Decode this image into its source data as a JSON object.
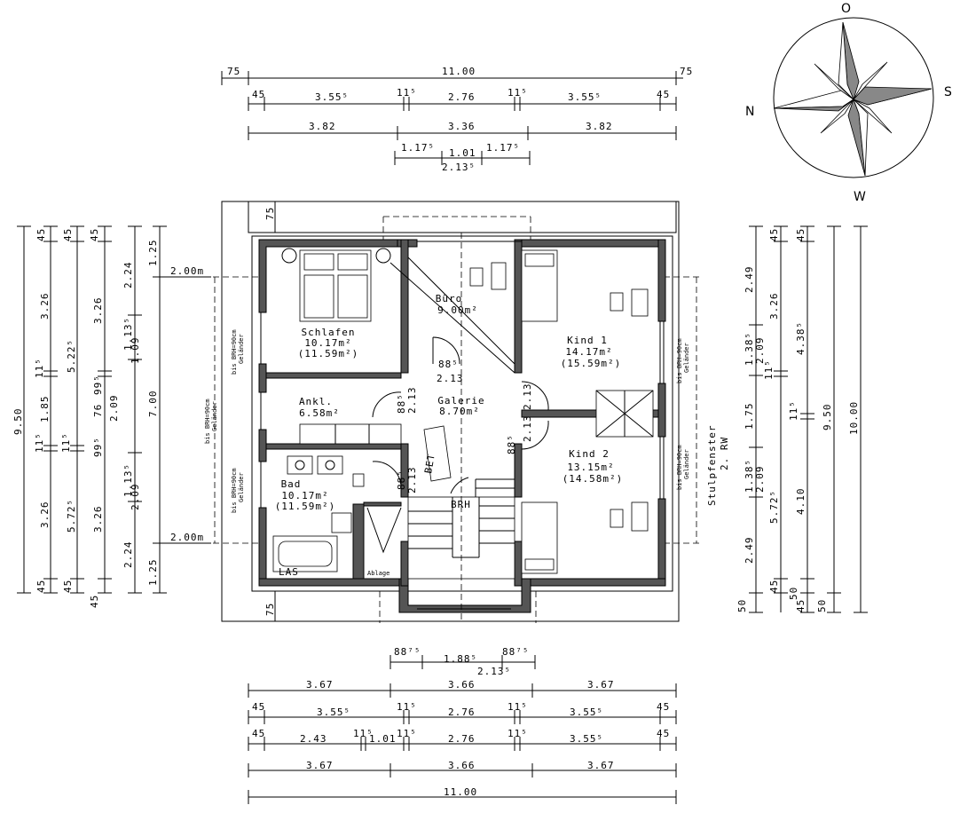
{
  "compass": {
    "n": "N",
    "o": "O",
    "s": "S",
    "w": "W"
  },
  "top_dims": {
    "row1": [
      "75",
      "11.00",
      "75"
    ],
    "row2": [
      "45",
      "3.55⁵",
      "11⁵",
      "2.76",
      "11⁵",
      "3.55⁵",
      "45"
    ],
    "row3": [
      "3.82",
      "3.36",
      "3.82"
    ],
    "row4": [
      "1.17⁵",
      "1.01",
      "1.17⁵",
      "2.13⁵"
    ]
  },
  "bottom_dims": {
    "row0": [
      "88⁷⁵",
      "1.88⁵",
      "88⁷⁵",
      "2.13⁵"
    ],
    "row1": [
      "3.67",
      "3.66",
      "3.67"
    ],
    "row2": [
      "45",
      "3.55⁵",
      "11⁵",
      "2.76",
      "11⁵",
      "3.55⁵",
      "45"
    ],
    "row3": [
      "45",
      "2.43",
      "11⁵",
      "1.01",
      "11⁵",
      "2.76",
      "11⁵",
      "3.55⁵",
      "45"
    ],
    "row4": [
      "3.67",
      "3.66",
      "3.67"
    ],
    "row5": [
      "11.00"
    ]
  },
  "left_dims": {
    "col1": [
      "9.50"
    ],
    "col2": [
      "45",
      "3.26",
      "11⁵",
      "1.85",
      "11⁵",
      "3.26",
      "45"
    ],
    "col3": [
      "45",
      "5.22⁵",
      "11⁵",
      "5.72⁵",
      "45"
    ],
    "col4": [
      "45",
      "3.26",
      "76",
      "99⁵",
      "99⁵",
      "2.09",
      "2.09",
      "3.26",
      "45"
    ],
    "col5": [
      "2.24",
      "1.13⁵",
      "1.09",
      "2.09",
      "1.13⁵",
      "2.09",
      "2.24"
    ],
    "col6": [
      "1.25",
      "7.00",
      "1.25"
    ]
  },
  "right_dims": {
    "col1": [
      "2.49",
      "1.38⁵",
      "2.09",
      "1.75",
      "1.38⁵",
      "2.09",
      "2.49",
      "50"
    ],
    "col2": [
      "45",
      "3.26",
      "11⁵",
      "5.72⁵",
      "45"
    ],
    "col3": [
      "45",
      "4.38⁵",
      "11⁵",
      "4.10",
      "50",
      "45"
    ],
    "col4": [
      "9.50",
      "50"
    ],
    "col5": [
      "10.00"
    ]
  },
  "level_labels": [
    "2.00m",
    "2.00m"
  ],
  "side_notes": {
    "brh": "bis BRH=90cm",
    "gelaender": "Geländer",
    "stulp": "Stulpfenster",
    "rw": "2. RW"
  },
  "rooms": {
    "schlafen": {
      "name": "Schlafen",
      "area": "10.17m²",
      "area2": "(11.59m²)"
    },
    "buero": {
      "name": "Büro",
      "area": "9.00m²"
    },
    "kind1": {
      "name": "Kind 1",
      "area": "14.17m²",
      "area2": "(15.59m²)"
    },
    "ankl": {
      "name": "Ankl.",
      "area": "6.58m²"
    },
    "galerie": {
      "name": "Galerie",
      "area": "8.70m²"
    },
    "kind2": {
      "name": "Kind 2",
      "area": "13.15m²",
      "area2": "(14.58m²)"
    },
    "bad": {
      "name": "Bad",
      "area": "10.17m²",
      "area2": "(11.59m²)"
    }
  },
  "inner_labels": {
    "d885a": "88⁵",
    "d213a": "2.13",
    "d885b": "88⁵",
    "d213b": "2.13",
    "d885c": "88⁵",
    "d213c": "2.13",
    "d885d": "88⁵",
    "d213d": "2.13",
    "d885e": "88⁵",
    "d213e": "2.13",
    "bet": "BET",
    "brh": "BRH",
    "las": "LAS",
    "ablage": "Ablage",
    "ecken": "75",
    "ecken2": "75"
  }
}
